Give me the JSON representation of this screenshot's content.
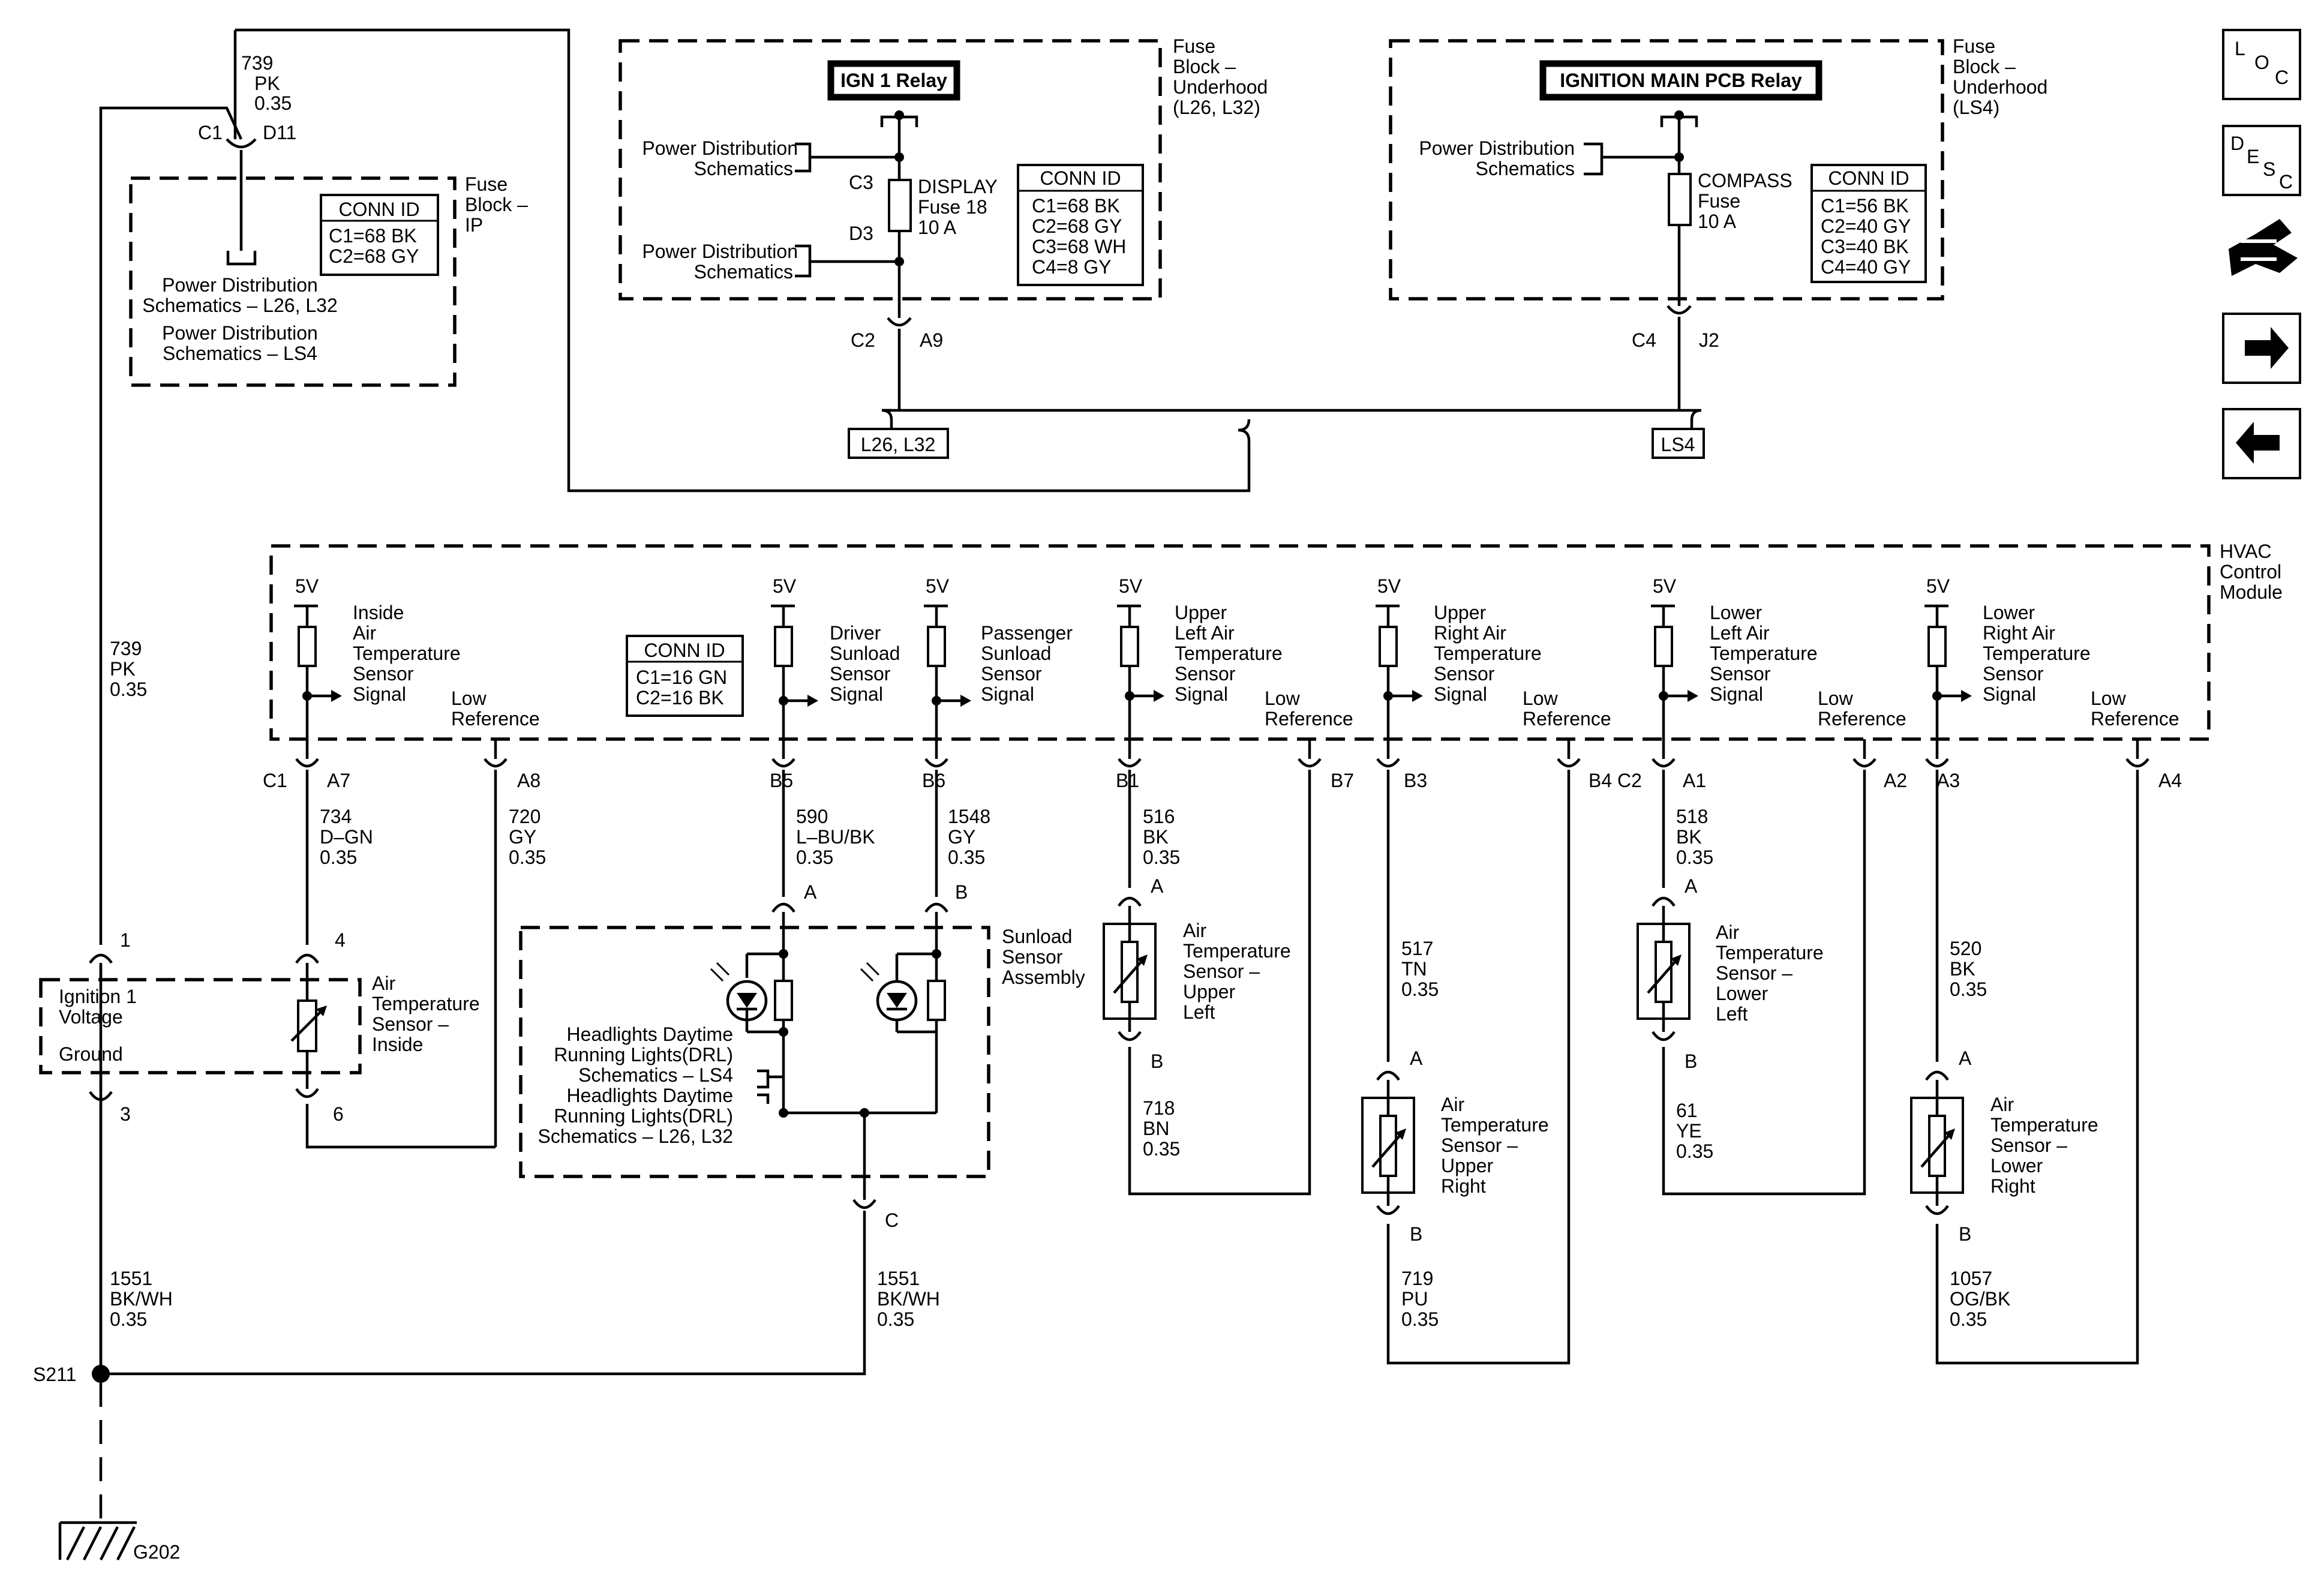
{
  "fuse_block_ip": {
    "title_lines": [
      "Fuse",
      "Block –",
      "IP"
    ],
    "wire": [
      "739",
      "PK",
      "0.35"
    ],
    "pin_c1": "C1",
    "pin_d11": "D11",
    "conn_header": "CONN ID",
    "conn_lines": [
      "C1=68 BK",
      "C2=68 GY"
    ],
    "pd_lines": [
      "Power Distribution",
      "Schematics  – L26, L32",
      "Power Distribution",
      "Schematics  – LS4"
    ]
  },
  "underhood_l26": {
    "title_lines": [
      "Fuse",
      "Block –",
      "Underhood",
      "(L26, L32)"
    ],
    "relay": "IGN 1 Relay",
    "pd1": [
      "Power Distribution",
      "Schematics"
    ],
    "pd2": [
      "Power Distribution",
      "Schematics"
    ],
    "pin_c3": "C3",
    "pin_d3": "D3",
    "fuse": [
      "DISPLAY",
      "Fuse 18",
      "10 A"
    ],
    "conn_header": "CONN ID",
    "conn_lines": [
      "C1=68 BK",
      "C2=68 GY",
      "C3=68 WH",
      "C4=8 GY"
    ],
    "pin_c2": "C2",
    "pin_a9": "A9",
    "option": "L26, L32"
  },
  "underhood_ls4": {
    "title_lines": [
      "Fuse",
      "Block –",
      "Underhood",
      "(LS4)"
    ],
    "relay": "IGNITION MAIN PCB Relay",
    "pd": [
      "Power Distribution",
      "Schematics"
    ],
    "fuse": [
      "COMPASS",
      "Fuse",
      "10 A"
    ],
    "conn_header": "CONN ID",
    "conn_lines": [
      "C1=56 BK",
      "C2=40 GY",
      "C3=40 BK",
      "C4=40 GY"
    ],
    "pin_c4": "C4",
    "pin_j2": "J2",
    "option": "LS4"
  },
  "hvac": {
    "title_lines": [
      "HVAC",
      "Control",
      "Module"
    ],
    "voltage": "5V",
    "conn_header": "CONN ID",
    "conn_lines": [
      "C1=16 GN",
      "C2=16 BK"
    ],
    "low_ref": [
      "Low",
      "Reference"
    ],
    "sig_inside": [
      "Inside",
      "Air",
      "Temperature",
      "Sensor",
      "Signal"
    ],
    "sig_driver": [
      "Driver",
      "Sunload",
      "Sensor",
      "Signal"
    ],
    "sig_passenger": [
      "Passenger",
      "Sunload",
      "Sensor",
      "Signal"
    ],
    "sig_ul": [
      "Upper",
      "Left Air",
      "Temperature",
      "Sensor",
      "Signal"
    ],
    "sig_ur": [
      "Upper",
      "Right Air",
      "Temperature",
      "Sensor",
      "Signal"
    ],
    "sig_ll": [
      "Lower",
      "Left Air",
      "Temperature",
      "Sensor",
      "Signal"
    ],
    "sig_lr": [
      "Lower",
      "Right Air",
      "Temperature",
      "Sensor",
      "Signal"
    ],
    "pins": {
      "c1": "C1",
      "a7": "A7",
      "a8": "A8",
      "b5": "B5",
      "b6": "B6",
      "b1": "B1",
      "b7": "B7",
      "b3": "B3",
      "b4c2": "B4 C2",
      "a1": "A1",
      "a2": "A2",
      "a3": "A3",
      "a4": "A4"
    }
  },
  "wires": {
    "w739": [
      "739",
      "PK",
      "0.35"
    ],
    "w734": [
      "734",
      "D–GN",
      "0.35"
    ],
    "w720": [
      "720",
      "GY",
      "0.35"
    ],
    "w590": [
      "590",
      "L–BU/BK",
      "0.35"
    ],
    "w1548": [
      "1548",
      "GY",
      "0.35"
    ],
    "w516": [
      "516",
      "BK",
      "0.35"
    ],
    "w517": [
      "517",
      "TN",
      "0.35"
    ],
    "w518": [
      "518",
      "BK",
      "0.35"
    ],
    "w520": [
      "520",
      "BK",
      "0.35"
    ],
    "w718": [
      "718",
      "BN",
      "0.35"
    ],
    "w719": [
      "719",
      "PU",
      "0.35"
    ],
    "w61": [
      "61",
      "YE",
      "0.35"
    ],
    "w1057": [
      "1057",
      "OG/BK",
      "0.35"
    ],
    "w1551a": [
      "1551",
      "BK/WH",
      "0.35"
    ],
    "w1551b": [
      "1551",
      "BK/WH",
      "0.35"
    ]
  },
  "sensors": {
    "inside": {
      "lines": [
        "Air",
        "Temperature",
        "Sensor –",
        "Inside"
      ],
      "pin_top": "4",
      "pin_bot": "6"
    },
    "ul": {
      "lines": [
        "Air",
        "Temperature",
        "Sensor –",
        "Upper",
        "Left"
      ],
      "pin_top": "A",
      "pin_bot": "B"
    },
    "ur": {
      "lines": [
        "Air",
        "Temperature",
        "Sensor –",
        "Upper",
        "Right"
      ],
      "pin_top": "A",
      "pin_bot": "B"
    },
    "ll": {
      "lines": [
        "Air",
        "Temperature",
        "Sensor –",
        "Lower",
        "Left"
      ],
      "pin_top": "A",
      "pin_bot": "B"
    },
    "lr": {
      "lines": [
        "Air",
        "Temperature",
        "Sensor –",
        "Lower",
        "Right"
      ],
      "pin_top": "A",
      "pin_bot": "B"
    }
  },
  "ignition_block": {
    "lines": [
      "Ignition 1",
      "Voltage"
    ],
    "ground": "Ground",
    "pin_top": "1",
    "pin_bot": "3"
  },
  "sunload": {
    "title_lines": [
      "Sunload",
      "Sensor",
      "Assembly"
    ],
    "pin_a": "A",
    "pin_b": "B",
    "pin_c": "C",
    "drl_ls4": [
      "Headlights Daytime",
      "Running Lights(DRL)",
      "Schematics – LS4"
    ],
    "drl_l26": [
      "Headlights Daytime",
      "Running Lights(DRL)",
      "Schematics – L26, L32"
    ]
  },
  "ground": {
    "splice": "S211",
    "ground": "G202"
  },
  "nav": {
    "loc_letters": [
      "L",
      "O",
      "C"
    ],
    "desc_letters": [
      "D",
      "E",
      "S",
      "C"
    ],
    "icons": [
      "loc-icon",
      "desc-icon",
      "connector-icon",
      "next-arrow-icon",
      "back-arrow-icon"
    ]
  }
}
